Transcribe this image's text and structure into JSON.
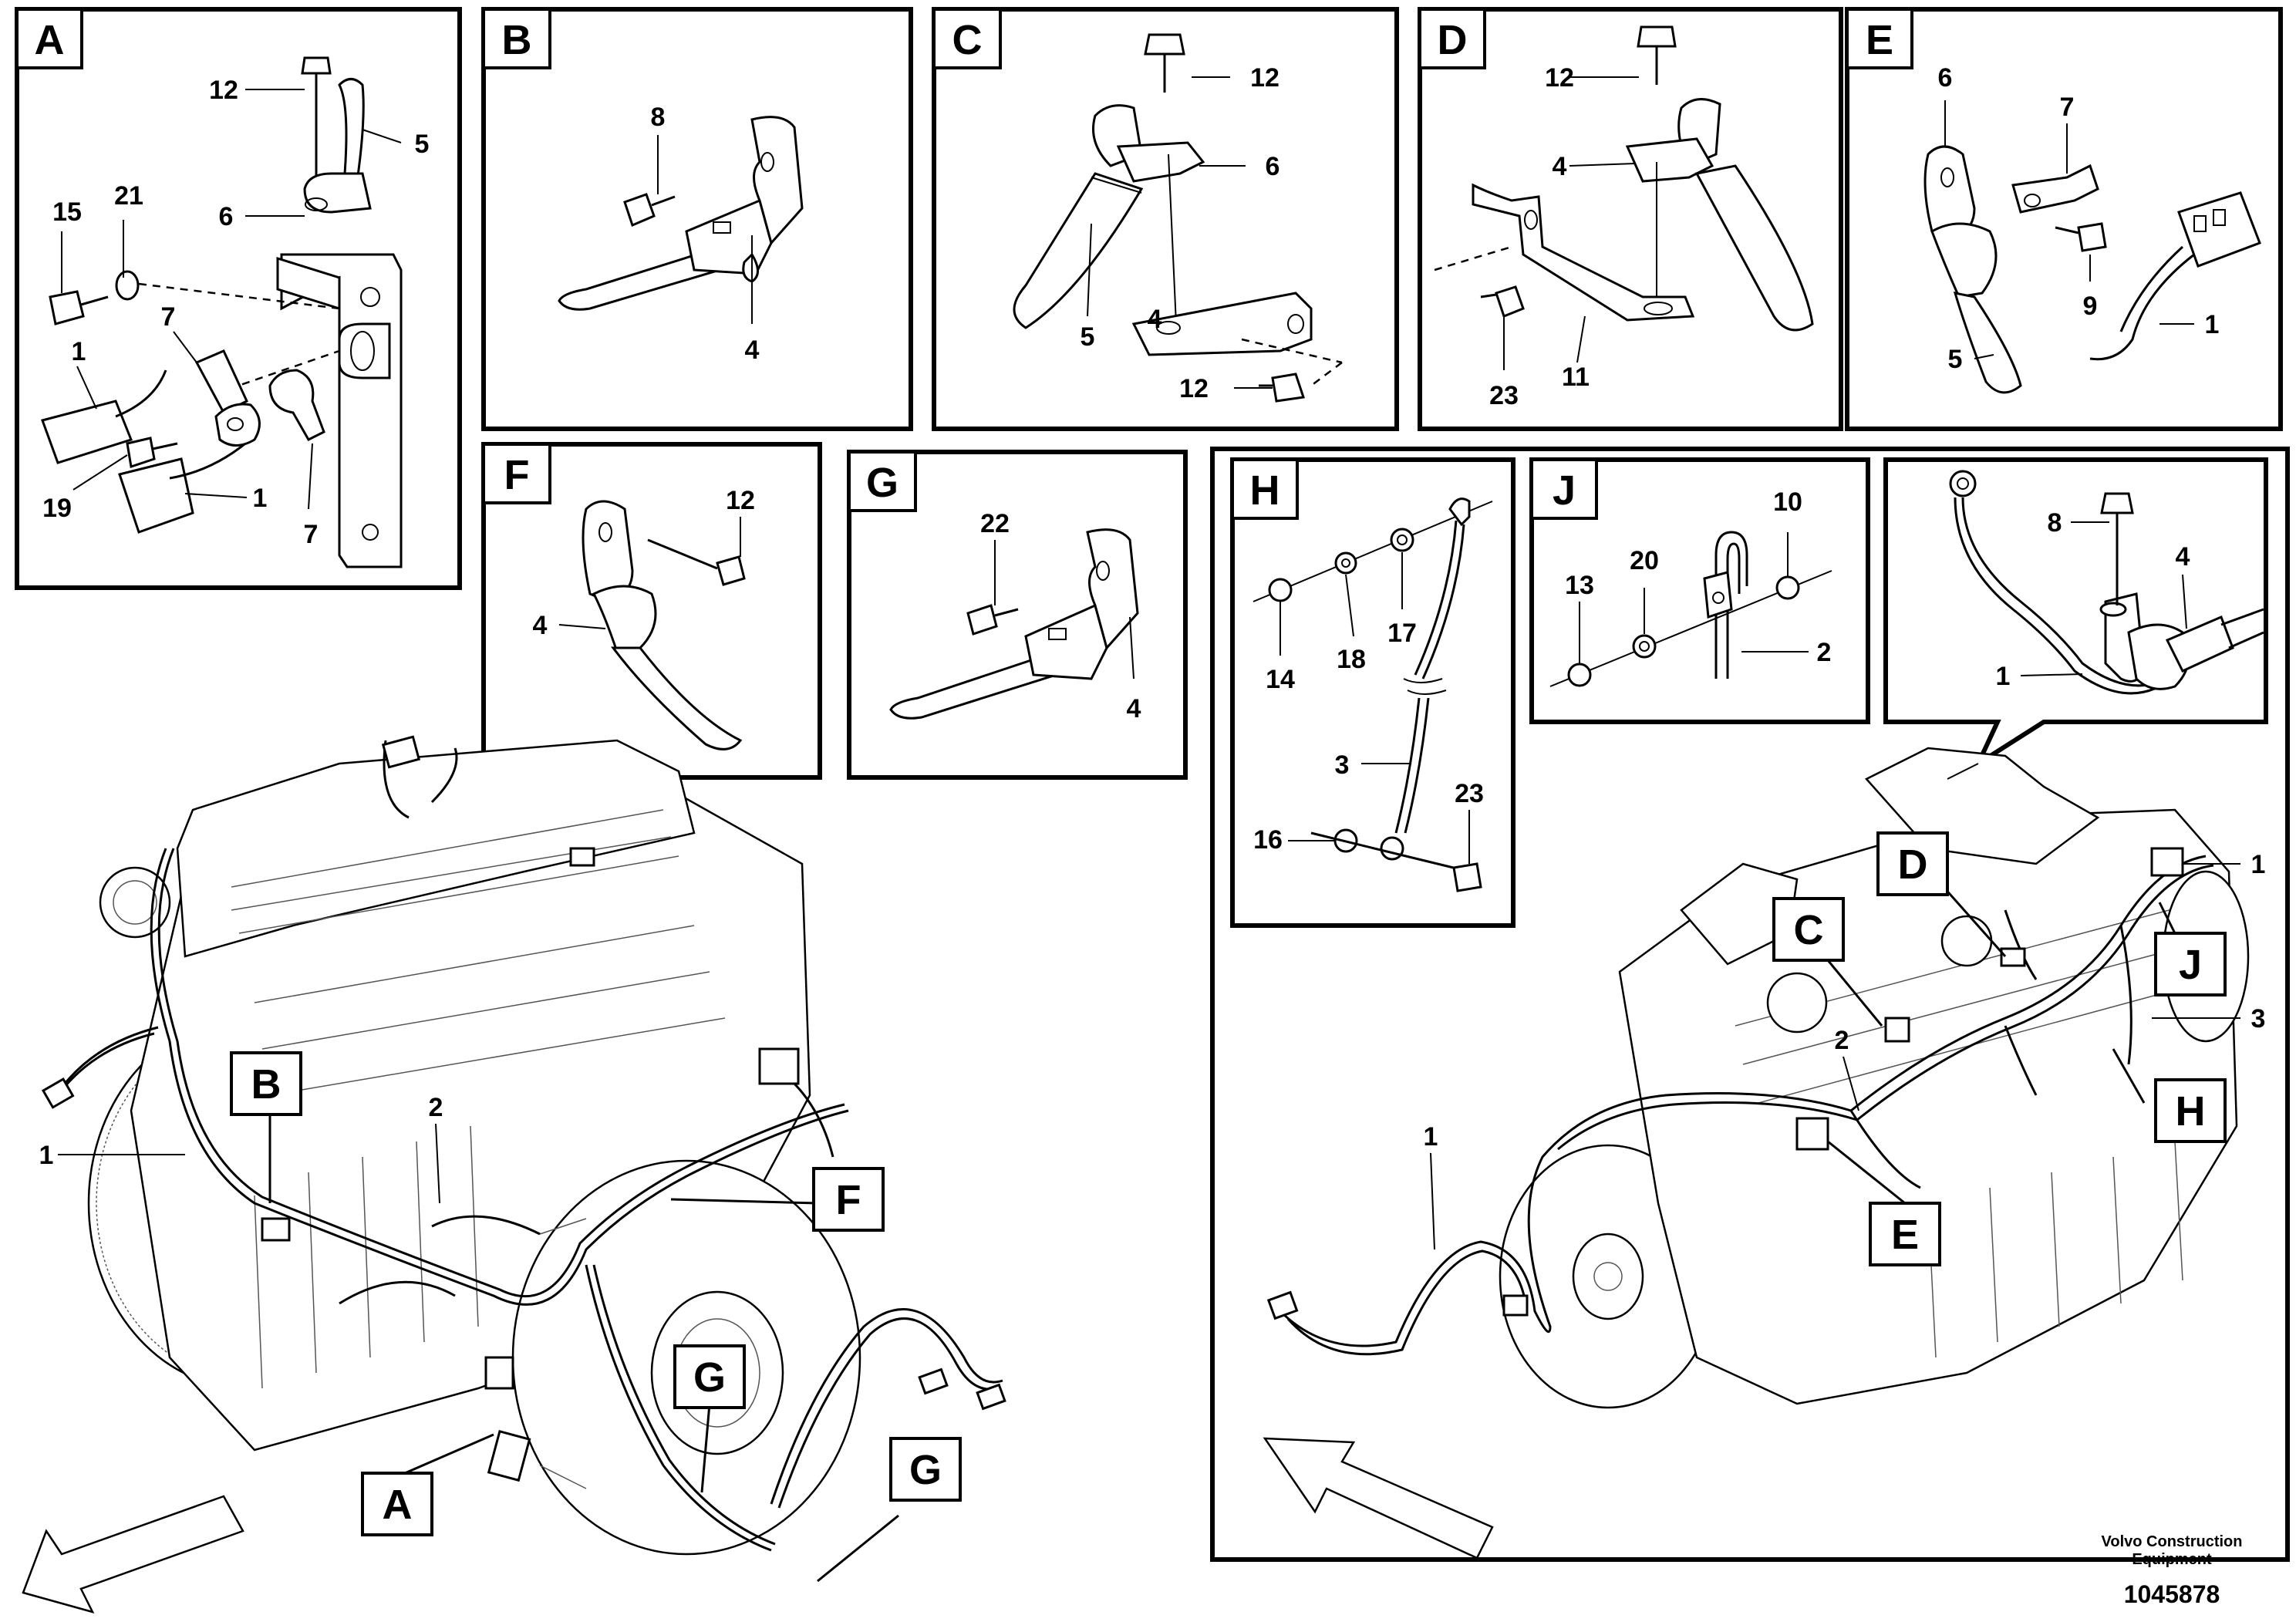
{
  "detail_views": [
    {
      "id": "A",
      "callouts": [
        "12",
        "5",
        "15",
        "21",
        "6",
        "7",
        "1",
        "19",
        "1",
        "7"
      ]
    },
    {
      "id": "B",
      "callouts": [
        "8",
        "4"
      ]
    },
    {
      "id": "C",
      "callouts": [
        "12",
        "6",
        "5",
        "4",
        "12"
      ]
    },
    {
      "id": "D",
      "callouts": [
        "12",
        "4",
        "23",
        "11"
      ]
    },
    {
      "id": "E",
      "callouts": [
        "6",
        "7",
        "9",
        "1",
        "5"
      ]
    },
    {
      "id": "F",
      "callouts": [
        "12",
        "4"
      ]
    },
    {
      "id": "G",
      "callouts": [
        "22",
        "4"
      ]
    },
    {
      "id": "H",
      "callouts": [
        "14",
        "18",
        "17",
        "3",
        "23",
        "16"
      ]
    },
    {
      "id": "J",
      "callouts": [
        "10",
        "20",
        "13",
        "2"
      ]
    },
    {
      "id": "",
      "callouts": [
        "8",
        "4",
        "1"
      ]
    }
  ],
  "left_engine": {
    "markers": [
      "A",
      "B",
      "F",
      "G",
      "G"
    ],
    "callouts": [
      "1",
      "2"
    ]
  },
  "right_engine": {
    "markers": [
      "C",
      "D",
      "E",
      "H",
      "J"
    ],
    "callouts": [
      "1",
      "1",
      "2",
      "3"
    ]
  },
  "footer": {
    "brand_line1": "Volvo Construction",
    "brand_line2": "Equipment",
    "drawing_number": "1045878"
  }
}
